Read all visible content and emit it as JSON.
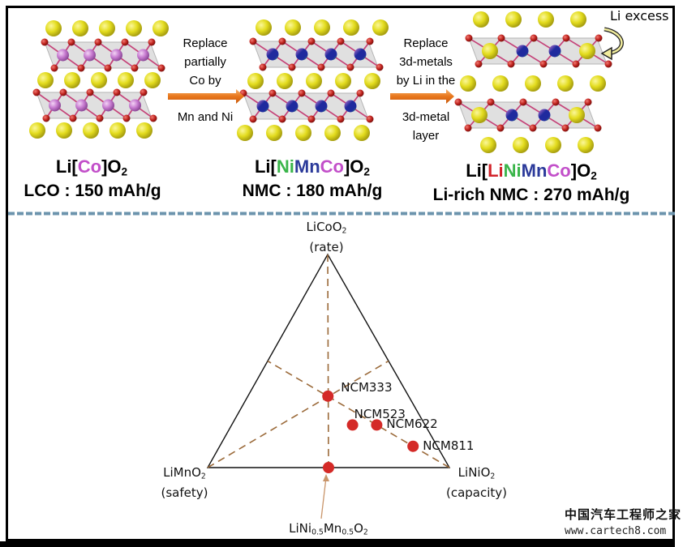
{
  "top_panel": {
    "structures": [
      {
        "id": "lco",
        "formula_prefix": "Li[",
        "formula_inner": [
          {
            "text": "Co",
            "element": "co"
          }
        ],
        "formula_suffix": "]O",
        "formula_sub": "2",
        "caption": "LCO :  150 mAh/g",
        "layer_metals": "Co"
      },
      {
        "id": "nmc",
        "formula_prefix": "Li[",
        "formula_inner": [
          {
            "text": "Ni",
            "element": "ni"
          },
          {
            "text": "Mn",
            "element": "mn"
          },
          {
            "text": "Co",
            "element": "co"
          }
        ],
        "formula_suffix": "]O",
        "formula_sub": "2",
        "caption": "NMC : 180 mAh/g",
        "layer_metals": "Ni/Mn/Co"
      },
      {
        "id": "li-rich-nmc",
        "formula_prefix": "Li[",
        "formula_inner": [
          {
            "text": "Li",
            "element": "li"
          },
          {
            "text": "Ni",
            "element": "ni"
          },
          {
            "text": "Mn",
            "element": "mn"
          },
          {
            "text": "Co",
            "element": "co"
          }
        ],
        "formula_suffix": "]O",
        "formula_sub": "2",
        "caption": "Li-rich NMC : 270 mAh/g",
        "layer_metals": "Li + Ni/Mn/Co",
        "annotation": "Li excess"
      }
    ],
    "transitions": [
      {
        "above": [
          "Replace",
          "partially",
          "Co by"
        ],
        "below": [
          "Mn and Ni"
        ]
      },
      {
        "above": [
          "Replace",
          "3d-metals",
          "by Li in the"
        ],
        "below": [
          "3d-metal",
          "layer"
        ]
      }
    ],
    "atom_colors": {
      "li": "#e6e02a",
      "o": "#c0231e",
      "co": "#c77bd0",
      "mn": "#1f2a9e",
      "ni": "#4cc06a",
      "octahedra": "#c9c9c9"
    }
  },
  "divider": {
    "color": "#6c94ad",
    "style": "dashed"
  },
  "ternary": {
    "vertices": {
      "top": {
        "formula": "LiCoO",
        "sub": "2",
        "property": "(rate)"
      },
      "left": {
        "formula": "LiMnO",
        "sub": "2",
        "property": "(safety)"
      },
      "right": {
        "formula": "LiNiO",
        "sub": "2",
        "property": "(capacity)"
      }
    },
    "bottom_callout": {
      "parts": [
        {
          "t": "LiNi"
        },
        {
          "s": "0.5"
        },
        {
          "t": "Mn"
        },
        {
          "s": "0.5"
        },
        {
          "t": "O"
        },
        {
          "s": "2"
        }
      ]
    },
    "points": [
      {
        "label": "NCM333",
        "ni": 0.333,
        "mn": 0.333,
        "co": 0.333
      },
      {
        "label": "NCM523",
        "ni": 0.5,
        "mn": 0.3,
        "co": 0.2,
        "label_offset": "above-right"
      },
      {
        "label": "NCM622",
        "ni": 0.6,
        "mn": 0.2,
        "co": 0.2
      },
      {
        "label": "NCM811",
        "ni": 0.8,
        "mn": 0.1,
        "co": 0.1
      },
      {
        "label": "",
        "ni": 0.5,
        "mn": 0.5,
        "co": 0.0
      }
    ],
    "colors": {
      "outline": "#111111",
      "guides": "#9b6a3a",
      "points": "#d42a27",
      "callout_arrow": "#c9956a"
    }
  },
  "watermark": {
    "line1": "中国汽车工程师之家",
    "line2": "www.cartech8.com"
  }
}
